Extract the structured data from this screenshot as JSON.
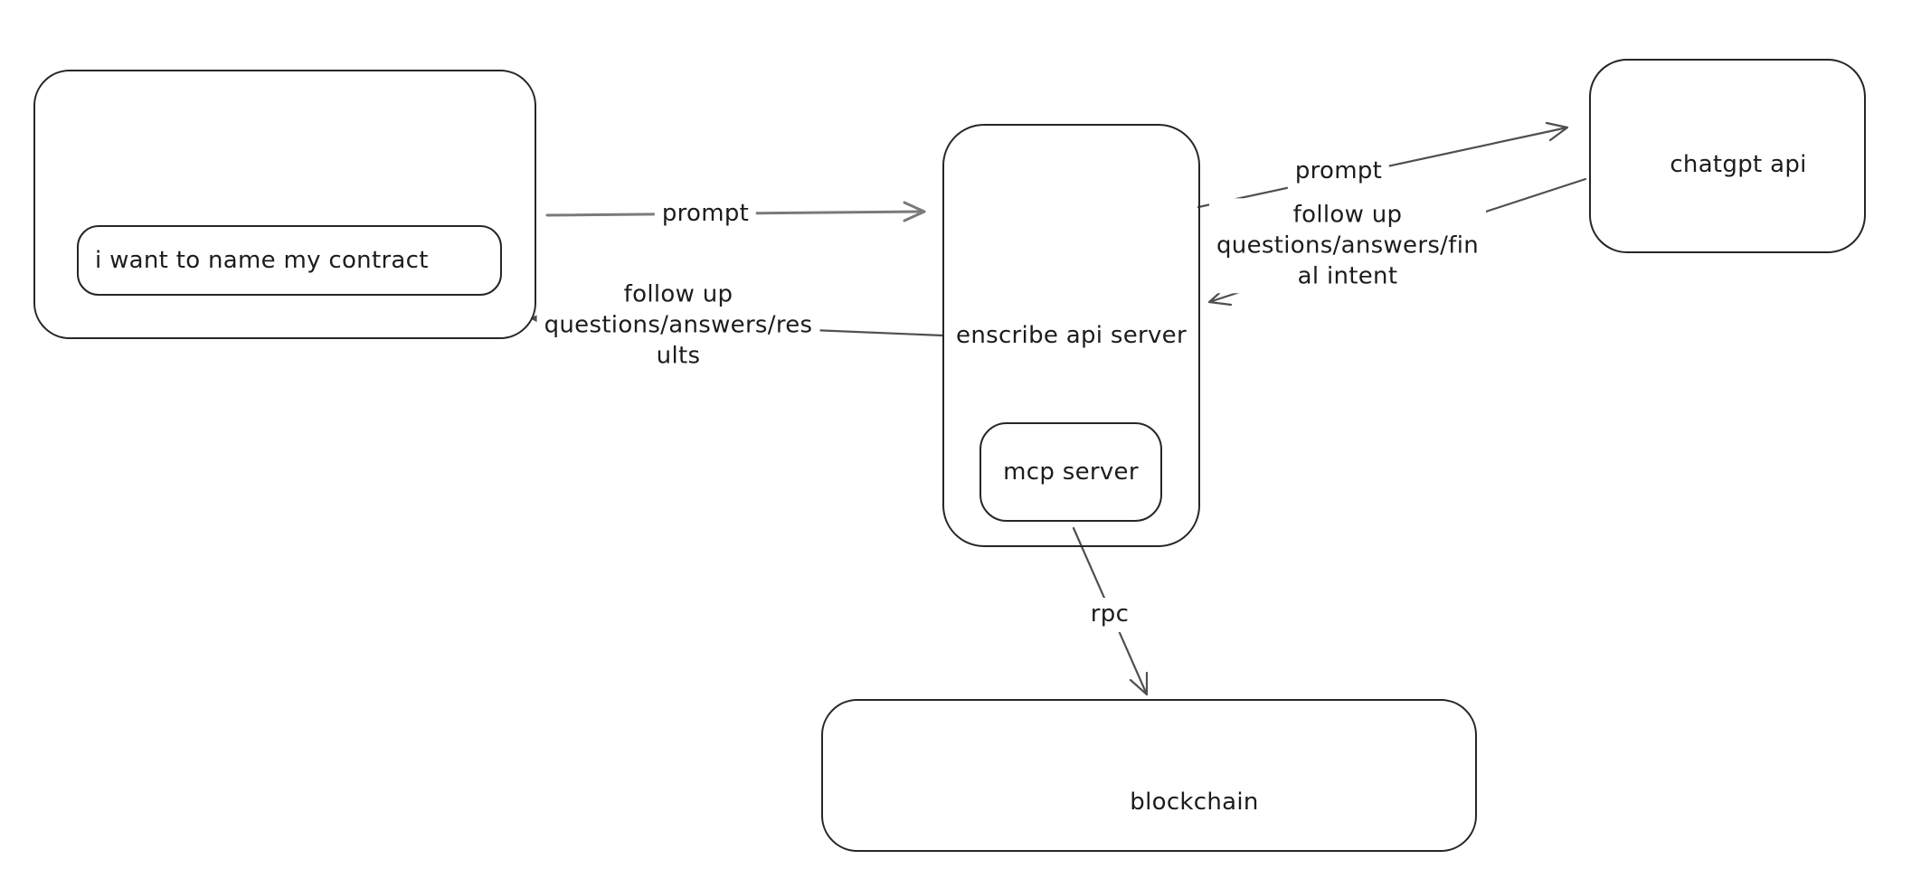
{
  "colors": {
    "canvas-bg": "#ffffff",
    "box-stroke": "#262626",
    "arrow-color": "#4f4f4f",
    "text-color": "#1c1c1c"
  },
  "nodes": {
    "user_prompt": {
      "label": "i want to name my contract"
    },
    "enscribe": {
      "label": "enscribe api server"
    },
    "mcp": {
      "label": "mcp server"
    },
    "chatgpt": {
      "label": "chatgpt api"
    },
    "blockchain": {
      "label": "blockchain"
    }
  },
  "edges": {
    "prompt_user_to_enscribe": {
      "label": "prompt"
    },
    "followup_enscribe_to_user": {
      "label": "follow up\nquestions/answers/res\nults"
    },
    "prompt_enscribe_to_chatgpt": {
      "label": "prompt"
    },
    "followup_chatgpt_to_enscribe": {
      "label": "follow up\nquestions/answers/fin\nal intent"
    },
    "rpc_mcp_to_blockchain": {
      "label": "rpc"
    }
  }
}
